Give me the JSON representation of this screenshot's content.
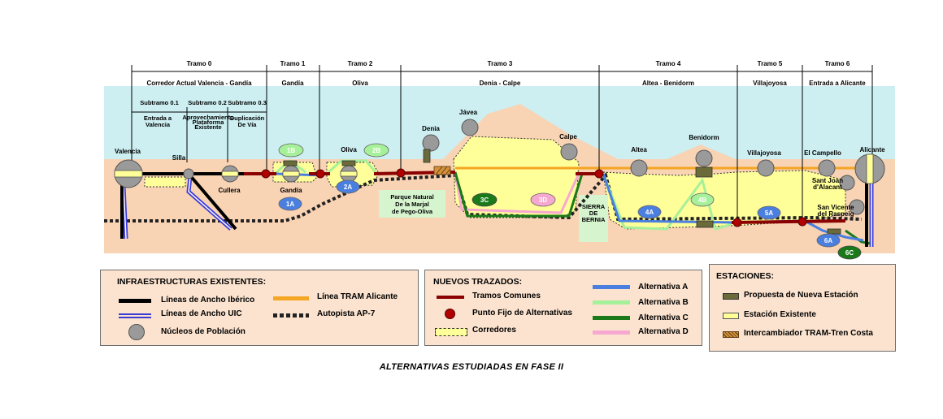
{
  "tramos": [
    {
      "name": "Tramo 0",
      "sub": "Corredor  Actual  Valencia - Gandía"
    },
    {
      "name": "Tramo 1",
      "sub": "Gandía"
    },
    {
      "name": "Tramo 2",
      "sub": "Oliva"
    },
    {
      "name": "Tramo 3",
      "sub": "Denia - Calpe"
    },
    {
      "name": "Tramo 4",
      "sub": "Altea - Benidorm"
    },
    {
      "name": "Tramo 5",
      "sub": "Villajoyosa"
    },
    {
      "name": "Tramo 6",
      "sub": "Entrada a Alicante"
    }
  ],
  "subtramos": [
    {
      "name": "Subtramo 0.1",
      "desc": [
        "Entrada a",
        "Valencia"
      ]
    },
    {
      "name": "Subtramo 0.2",
      "desc": [
        "Aprovechamiento",
        "Plataforma",
        "Existente"
      ]
    },
    {
      "name": "Subtramo 0.3",
      "desc": [
        "Duplicación",
        "De Vía"
      ]
    }
  ],
  "cities": {
    "valencia": "Valencia",
    "silla": "Silla",
    "cullera": "Cullera",
    "gandia": "Gandía",
    "oliva": "Oliva",
    "denia": "Denia",
    "javea": "Jávea",
    "calpe": "Calpe",
    "altea": "Altea",
    "benidorm": "Benidorm",
    "villajoyosa": "Villajoyosa",
    "campello": "El Campello",
    "sant_joan": [
      "Sant Joan",
      "d'Alacant"
    ],
    "san_vicente": [
      "San Vicente",
      "del Raspeig"
    ],
    "alicante": "Alicante"
  },
  "areas": {
    "marjal": [
      "Parque Natural",
      "De la Marjal",
      "de Pego-Oliva"
    ],
    "bernia": [
      "SIERRA",
      "DE",
      "BERNIA"
    ]
  },
  "badges": {
    "b1b": "1B",
    "b1a": "1A",
    "b2b": "2B",
    "b2a": "2A",
    "b3c": "3C",
    "b3d": "3D",
    "b4a": "4A",
    "b4b": "4B",
    "b5a": "5A",
    "b6a": "6A",
    "b6c": "6C"
  },
  "legend": {
    "existentes": {
      "title": "INFRAESTRUCTURAS EXISTENTES:",
      "iberico": "Líneas de Ancho Ibérico",
      "uic": "Líneas de Ancho UIC",
      "nucleos": "Núcleos de Población",
      "tram": "Línea TRAM Alicante",
      "autopista": "Autopista AP-7"
    },
    "nuevos": {
      "title": "NUEVOS TRAZADOS:",
      "tramos": "Tramos Comunes",
      "punto": "Punto Fijo de Alternativas",
      "corredores": "Corredores",
      "alt_a": "Alternativa A",
      "alt_b": "Alternativa B",
      "alt_c": "Alternativa C",
      "alt_d": "Alternativa D"
    },
    "estaciones": {
      "title": "ESTACIONES:",
      "propuesta": "Propuesta de Nueva Estación",
      "existente": "Estación Existente",
      "intercambiador": "Intercambiador TRAM-Tren Costa"
    }
  },
  "caption": "ALTERNATIVAS ESTUDIADAS EN FASE II",
  "colors": {
    "sea": "#cdeff2",
    "land": "#f8d3b4",
    "corridor": "#ffff99",
    "tramos_comunes": "#8b0000",
    "alt_a": "#4a7fe0",
    "alt_b": "#a7f09a",
    "alt_c": "#1a7a1a",
    "alt_d": "#f7a8d0",
    "tram": "#f5a623",
    "nueva_estacion": "#6b6b3a",
    "green_area": "#d6f5cf"
  }
}
